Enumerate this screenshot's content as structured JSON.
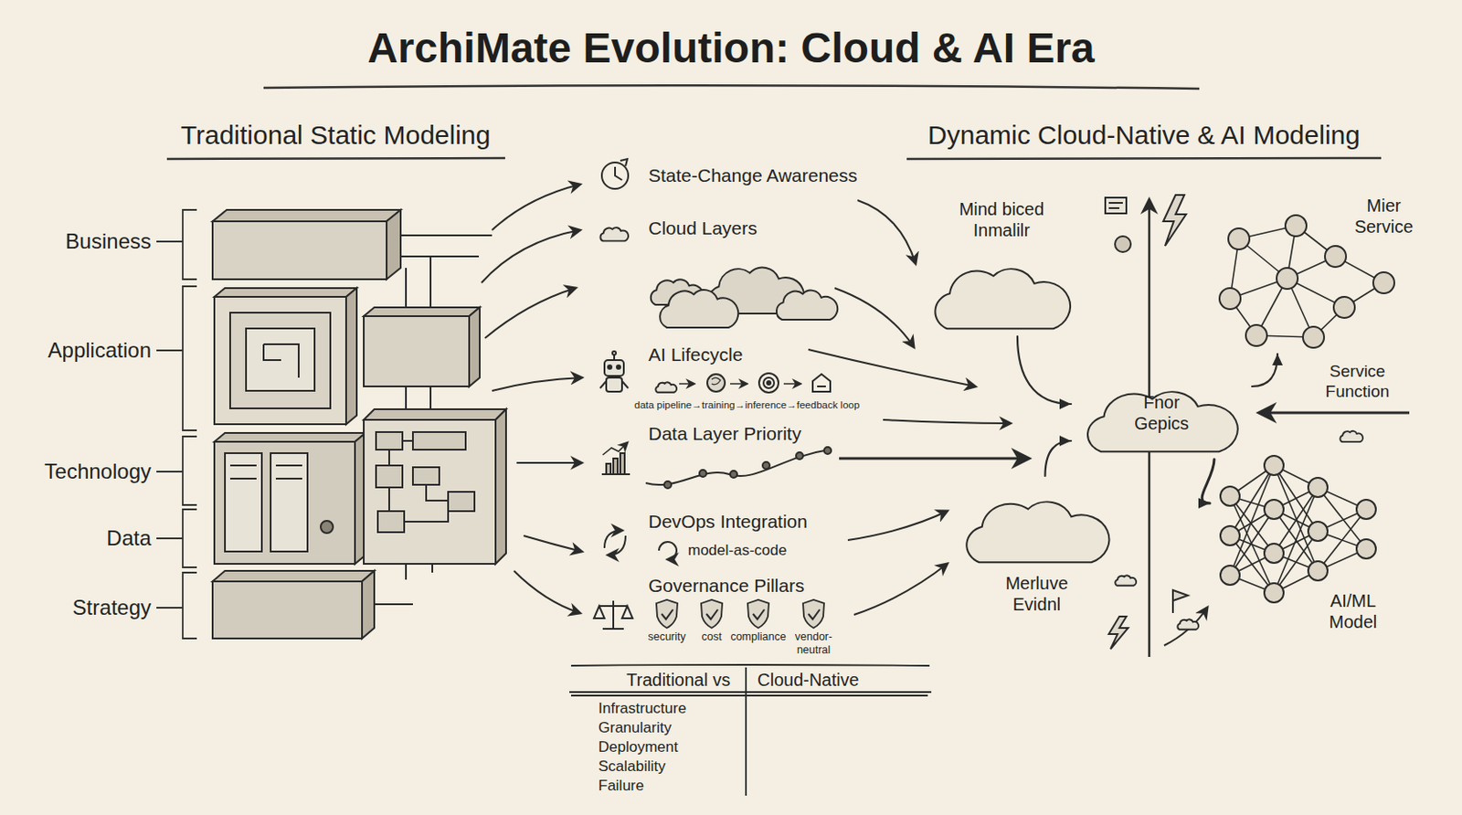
{
  "diagram": {
    "title": "ArchiMate Evolution: Cloud & AI Era",
    "nodes": [
      {
        "text": [
          "Mind biced Inmalilr"
        ]
      },
      {
        "text": [
          "Mier Service"
        ]
      },
      {
        "text": [
          "Fnor Gepics"
        ]
      },
      {
        "text": [
          "Merluve Evidnl"
        ]
      },
      {
        "text": [
          "AI/ML Model"
        ]
      }
    ],
    "edges": [
      {
        "from": 0,
        "to": 2,
        "arrow": "to"
      },
      {
        "from": 3,
        "to": 2,
        "arrow": "to"
      },
      {
        "from": 2,
        "to": 1,
        "arrow": "to"
      },
      {
        "from": 2,
        "to": 4,
        "arrow": "to"
      }
    ],
    "labels": [
      "Traditional Static Modeling",
      "Dynamic Cloud-Native & AI Modeling",
      "Business",
      "Application",
      "Technology",
      "Data",
      "Strategy",
      "State-Change Awareness",
      "Cloud Layers",
      "AI Lifecycle",
      "data pipeline→training→inference→feedback loop",
      "Data Layer Priority",
      "DevOps Integration",
      "model-as-code",
      "Governance Pillars",
      "security",
      "cost",
      "compliance",
      "vendor-neutral",
      "Traditional vs",
      "Cloud-Native",
      "Infrastructure",
      "Granularity",
      "Deployment",
      "Scalability",
      "Failure",
      "Service Function"
    ]
  }
}
